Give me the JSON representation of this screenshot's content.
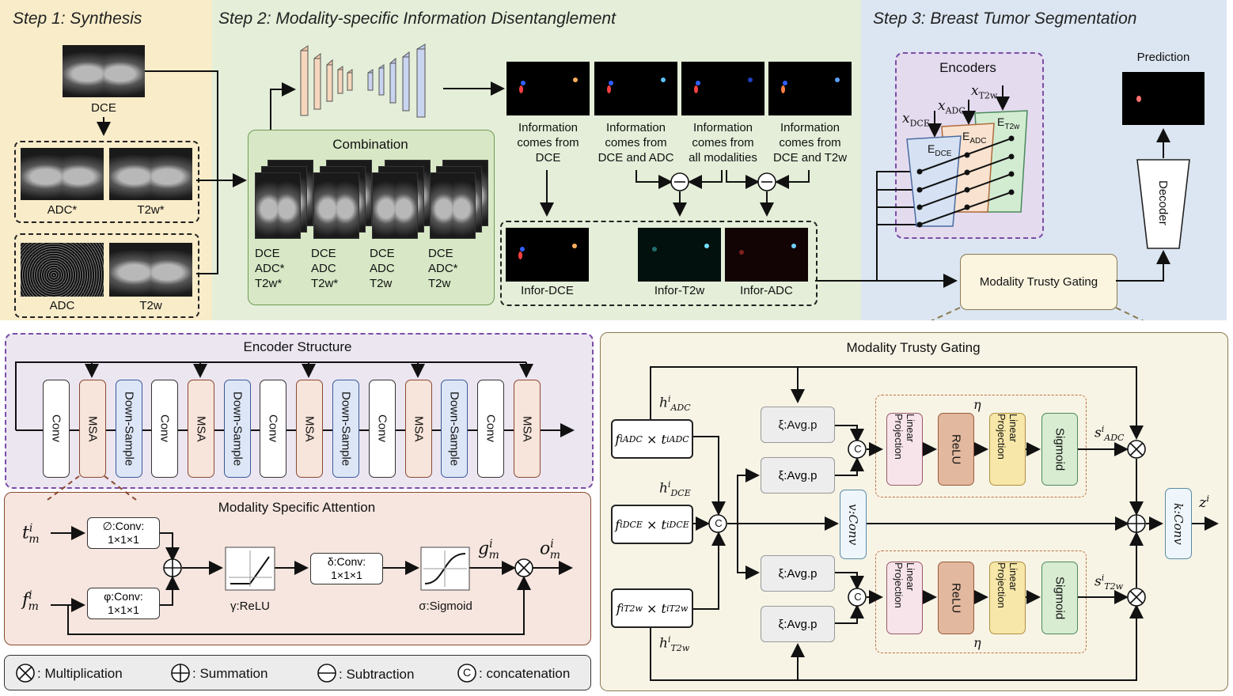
{
  "step1": {
    "title": "Step 1: Synthesis",
    "dce": "DCE",
    "adc_syn": "ADC*",
    "t2w_syn": "T2w*",
    "adc": "ADC",
    "t2w": "T2w"
  },
  "step2": {
    "title": "Step 2: Modality-specific Information Disentanglement",
    "combination_title": "Combination",
    "combos": [
      {
        "l1": "DCE",
        "l2": "ADC*",
        "l3": "T2w*"
      },
      {
        "l1": "DCE",
        "l2": "ADC",
        "l3": "T2w*"
      },
      {
        "l1": "DCE",
        "l2": "ADC",
        "l3": "T2w"
      },
      {
        "l1": "DCE",
        "l2": "ADC*",
        "l3": "T2w"
      }
    ],
    "info": [
      {
        "l1": "Information",
        "l2": "comes from",
        "l3": "DCE"
      },
      {
        "l1": "Information",
        "l2": "comes from",
        "l3": "DCE and ADC"
      },
      {
        "l1": "Information",
        "l2": "comes from",
        "l3": "all modalities"
      },
      {
        "l1": "Information",
        "l2": "comes from",
        "l3": "DCE and T2w"
      }
    ],
    "infor_dce": "Infor-DCE",
    "infor_t2w": "Infor-T2w",
    "infor_adc": "Infor-ADC"
  },
  "step3": {
    "title": "Step 3: Breast Tumor Segmentation",
    "encoders": "Encoders",
    "prediction": "Prediction",
    "decoder": "Decoder",
    "mtg": "Modality Trusty Gating",
    "x_dce": "DCE",
    "x_adc": "ADC",
    "x_t2w": "T2w",
    "e_dce": "DCE",
    "e_adc": "ADC",
    "e_t2w": "T2w"
  },
  "encoder_structure": {
    "title": "Encoder Structure",
    "blocks": [
      "Conv",
      "MSA",
      "Down-Sample",
      "Conv",
      "MSA",
      "Down-Sample",
      "Conv",
      "MSA",
      "Down-Sample",
      "Conv",
      "MSA",
      "Down-Sample",
      "Conv",
      "MSA"
    ]
  },
  "msa": {
    "title": "Modality Specific Attention",
    "phi_conv": "∅:Conv:",
    "phi_size": "1×1×1",
    "varphi_conv": "φ:Conv:",
    "varphi_size": "1×1×1",
    "delta_conv": "δ:Conv:",
    "delta_size": "1×1×1",
    "relu": "γ:ReLU",
    "sigmoid": "σ:Sigmoid"
  },
  "legend": {
    "mult": ": Multiplication",
    "sum": ": Summation",
    "sub": ": Subtraction",
    "concat": ": concatenation",
    "c": "C"
  },
  "mtg_detail": {
    "title": "Modality Trusty Gating",
    "avgp": "ξ:Avg.p",
    "linear": "Linear Projection",
    "relu": "ReLU",
    "sigmoid": "Sigmoid",
    "vconv": "v:Conv",
    "kconv": "k:Conv",
    "eta": "η",
    "c": "C"
  },
  "colors": {
    "step1_bg": "#f8ecc9",
    "step2_bg": "#e4eed8",
    "step3_bg": "#dce6f2",
    "enc_bg": "#ece6f1",
    "msa_bg": "#f6e6df",
    "mtg_bg": "#f7f4e6"
  }
}
